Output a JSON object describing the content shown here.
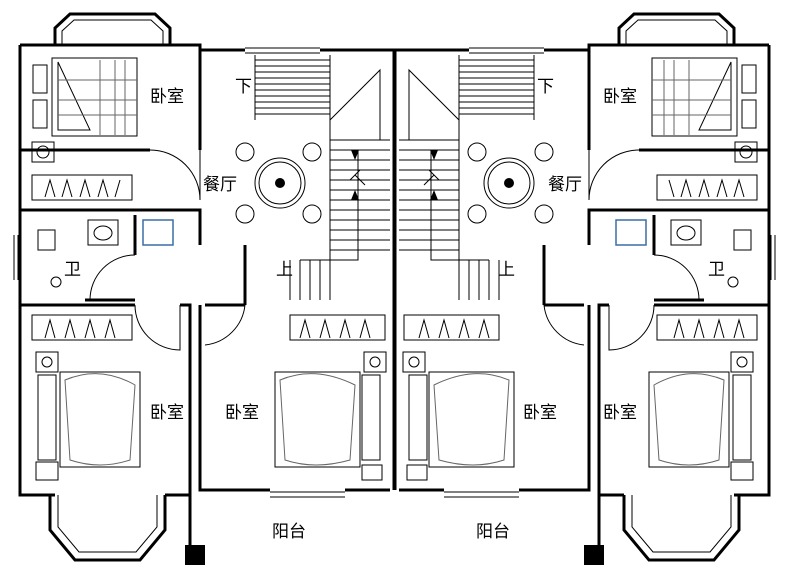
{
  "title": "双拼住宅平面图",
  "rooms": {
    "left": {
      "bedroom_top": "卧室",
      "dining": "餐厅",
      "stair_down": "下",
      "stair_up": "上",
      "bathroom": "卫",
      "bedroom_bottom_outer": "卧室",
      "bedroom_bottom_inner": "卧室",
      "balcony": "阳台"
    },
    "right": {
      "bedroom_top": "卧室",
      "dining": "餐厅",
      "stair_down": "下",
      "stair_up": "上",
      "bathroom": "卫",
      "bedroom_bottom_outer": "卧室",
      "bedroom_bottom_inner": "卧室",
      "balcony": "阳台"
    }
  },
  "colors": {
    "wall": "#000000",
    "background": "#ffffff",
    "fixture_accent": "#3a6ea5"
  }
}
